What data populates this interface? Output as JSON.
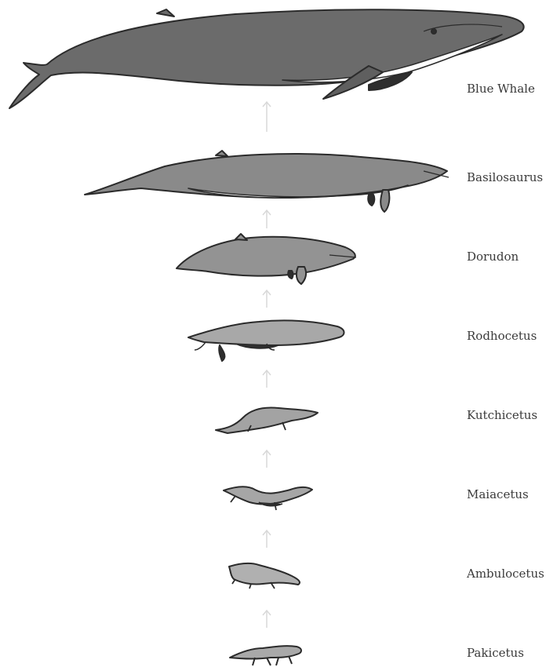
{
  "species": [
    {
      "id": "blue-whale",
      "name": "Blue Whale",
      "body_color": "#6b6b6b"
    },
    {
      "id": "basilosaurus",
      "name": "Basilosaurus",
      "body_color": "#8a8a8a"
    },
    {
      "id": "dorudon",
      "name": "Dorudon",
      "body_color": "#939393"
    },
    {
      "id": "rodhocetus",
      "name": "Rodhocetus",
      "body_color": "#a8a8a8"
    },
    {
      "id": "kutchicetus",
      "name": "Kutchicetus",
      "body_color": "#a3a3a3"
    },
    {
      "id": "maiacetus",
      "name": "Maiacetus",
      "body_color": "#a6a6a6"
    },
    {
      "id": "ambulocetus",
      "name": "Ambulocetus",
      "body_color": "#b0b0b0"
    },
    {
      "id": "pakicetus",
      "name": "Pakicetus",
      "body_color": "#a9a9a9"
    }
  ],
  "colors": {
    "arrow": "#d8d8d8",
    "outline": "#2b2b2b",
    "belly": "#ffffff",
    "dark": "#2e2e2e"
  }
}
